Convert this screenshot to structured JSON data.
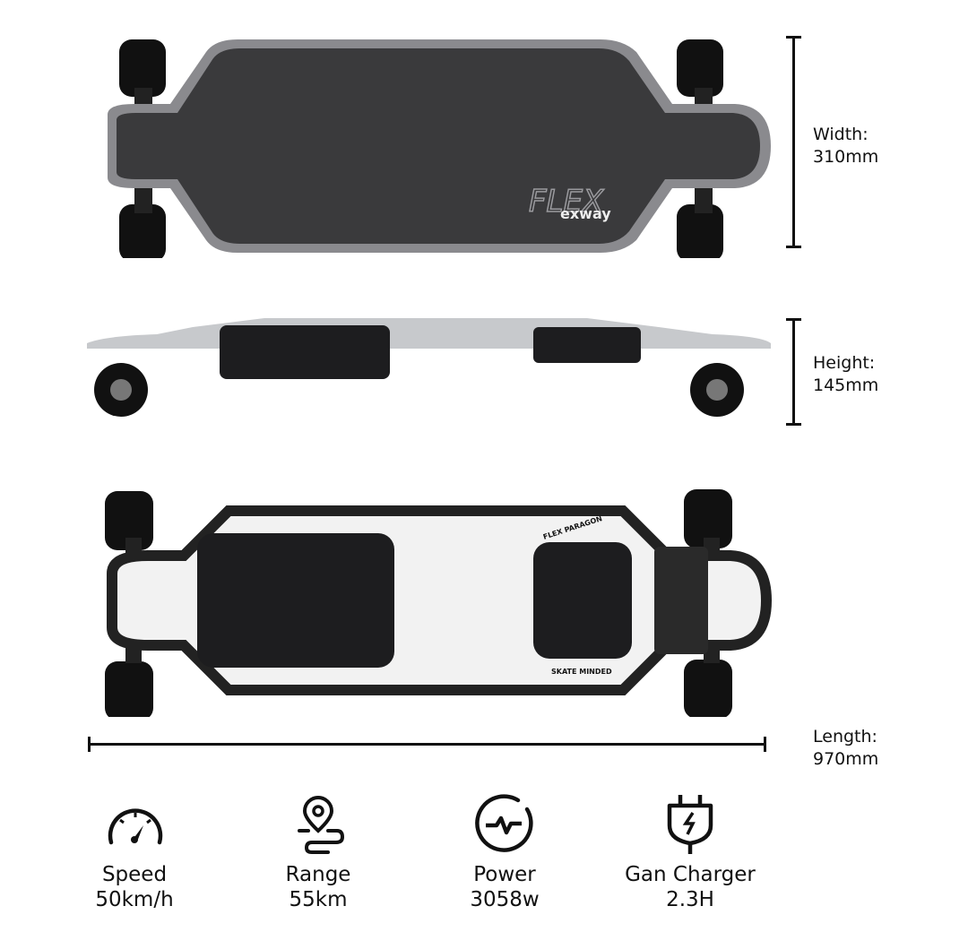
{
  "dimensions": {
    "width": {
      "label": "Width:",
      "value": "310mm"
    },
    "height": {
      "label": "Height:",
      "value": "145mm"
    },
    "length": {
      "label": "Length:",
      "value": "970mm"
    }
  },
  "board_branding": [
    "exway",
    "FLEX",
    "FLEX PARAGON",
    "SKATE MINDED"
  ],
  "specs": [
    {
      "icon": "speedometer-icon",
      "label": "Speed",
      "value": "50km/h"
    },
    {
      "icon": "location-route-icon",
      "label": "Range",
      "value": "55km"
    },
    {
      "icon": "pulse-icon",
      "label": "Power",
      "value": "3058w"
    },
    {
      "icon": "plug-charger-icon",
      "label": "Gan Charger",
      "value": "2.3H"
    }
  ],
  "colors": {
    "text": "#111111",
    "deck_grip": "#3a3a3c",
    "deck_edge": "#8a8a8e",
    "accent": "#d0652a"
  }
}
